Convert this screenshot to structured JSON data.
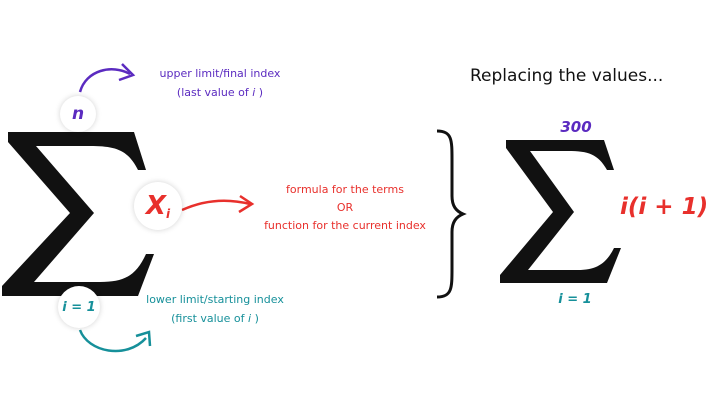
{
  "colors": {
    "black": "#111111",
    "purple": "#5b2bc0",
    "red": "#e8302c",
    "teal": "#16909a"
  },
  "general": {
    "upper_limit_symbol": "n",
    "term_symbol": "X",
    "term_subscript": "i",
    "lower_limit_symbol": "i = 1",
    "upper_note_line1": "upper limit/final index",
    "upper_note_line2_prefix": "(last value of ",
    "upper_note_line2_var": "i",
    "upper_note_line2_suffix": " )",
    "term_note_line1": "formula for the terms",
    "term_note_line2": "OR",
    "term_note_line3": "function for the current index",
    "lower_note_line1": "lower limit/starting index",
    "lower_note_line2_prefix": "(first value of ",
    "lower_note_line2_var": "i",
    "lower_note_line2_suffix": " )"
  },
  "example": {
    "heading": "Replacing the values...",
    "upper_limit": "300",
    "expression": "i(i + 1)",
    "lower_limit": "i = 1"
  }
}
